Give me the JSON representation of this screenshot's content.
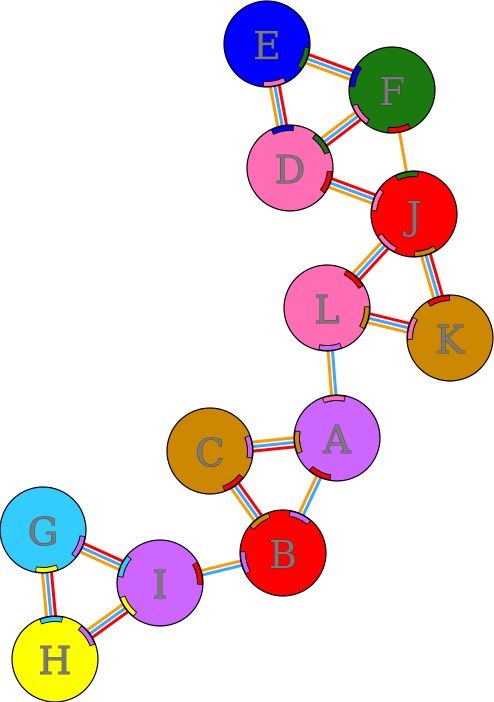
{
  "nodes": [
    {
      "id": "E",
      "label": "E",
      "color": "#0000ff"
    },
    {
      "id": "F",
      "label": "F",
      "color": "#1a7a10"
    },
    {
      "id": "D",
      "label": "D",
      "color": "#ff6eb4"
    },
    {
      "id": "J",
      "label": "J",
      "color": "#ff0000"
    },
    {
      "id": "L",
      "label": "L",
      "color": "#ff6eb4"
    },
    {
      "id": "K",
      "label": "K",
      "color": "#cc8800"
    },
    {
      "id": "A",
      "label": "A",
      "color": "#cc66ff"
    },
    {
      "id": "C",
      "label": "C",
      "color": "#cc8800"
    },
    {
      "id": "B",
      "label": "B",
      "color": "#ff0000"
    },
    {
      "id": "G",
      "label": "G",
      "color": "#33ccff"
    },
    {
      "id": "I",
      "label": "I",
      "color": "#cc66ff"
    },
    {
      "id": "H",
      "label": "H",
      "color": "#ffff00"
    }
  ],
  "edges": [
    {
      "from": "E",
      "to": "F",
      "strands": [
        "#ff0000",
        "#33aaff",
        "#ff9900"
      ]
    },
    {
      "from": "E",
      "to": "D",
      "strands": [
        "#ff0000",
        "#33aaff",
        "#ff9900"
      ]
    },
    {
      "from": "F",
      "to": "D",
      "strands": [
        "#ff0000",
        "#33aaff",
        "#ff9900"
      ]
    },
    {
      "from": "F",
      "to": "J",
      "strands": [
        "#ff9900"
      ]
    },
    {
      "from": "D",
      "to": "J",
      "strands": [
        "#ff0000",
        "#33aaff",
        "#ff9900"
      ]
    },
    {
      "from": "J",
      "to": "L",
      "strands": [
        "#ff0000",
        "#33aaff",
        "#ff9900"
      ]
    },
    {
      "from": "J",
      "to": "K",
      "strands": [
        "#ff0000",
        "#33aaff",
        "#ff9900"
      ]
    },
    {
      "from": "L",
      "to": "K",
      "strands": [
        "#ff0000",
        "#33aaff",
        "#ff9900"
      ]
    },
    {
      "from": "L",
      "to": "A",
      "strands": [
        "#33aaff",
        "#ff9900"
      ]
    },
    {
      "from": "A",
      "to": "C",
      "strands": [
        "#ff0000",
        "#33aaff",
        "#ff9900"
      ]
    },
    {
      "from": "A",
      "to": "B",
      "strands": [
        "#33aaff",
        "#ff9900"
      ]
    },
    {
      "from": "C",
      "to": "B",
      "strands": [
        "#ff0000",
        "#33aaff",
        "#ff9900"
      ]
    },
    {
      "from": "B",
      "to": "I",
      "strands": [
        "#33aaff",
        "#ff9900"
      ]
    },
    {
      "from": "G",
      "to": "I",
      "strands": [
        "#ff0000",
        "#33aaff",
        "#ff9900"
      ]
    },
    {
      "from": "G",
      "to": "H",
      "strands": [
        "#ff0000",
        "#33aaff",
        "#ff9900"
      ]
    },
    {
      "from": "I",
      "to": "H",
      "strands": [
        "#ff0000",
        "#33aaff",
        "#ff9900"
      ]
    }
  ]
}
